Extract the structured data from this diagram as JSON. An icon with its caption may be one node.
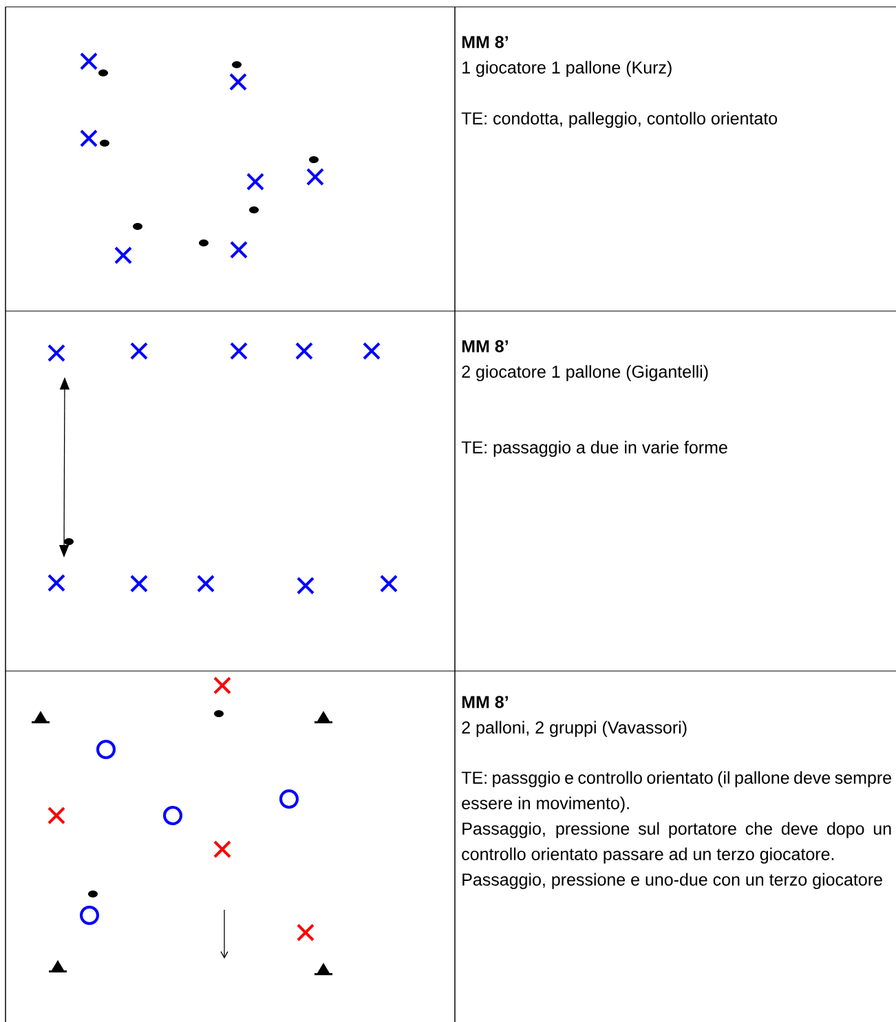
{
  "diagram": {
    "nodes": [
      {
        "text": [
          "MM 8’",
          "1 giocatore 1 pallone (Kurz)",
          "TE: condotta, palleggio, contollo orientato"
        ]
      },
      {
        "text": [
          "MM 8’",
          "2 giocatore 1 pallone (Gigantelli)",
          "TE: passaggio a due in varie forme"
        ]
      },
      {
        "text": [
          "MM 8’",
          "2 palloni, 2 gruppi (Vavassori)",
          "TE: passggio e controllo orientato (il pallone deve sempre essere in movimento).",
          "Passaggio, pressione sul portatore che deve dopo un controllo orientato passare ad un terzo giocatore.",
          "Passaggio, pressione e uno-due con un terzo giocatore"
        ]
      }
    ]
  }
}
